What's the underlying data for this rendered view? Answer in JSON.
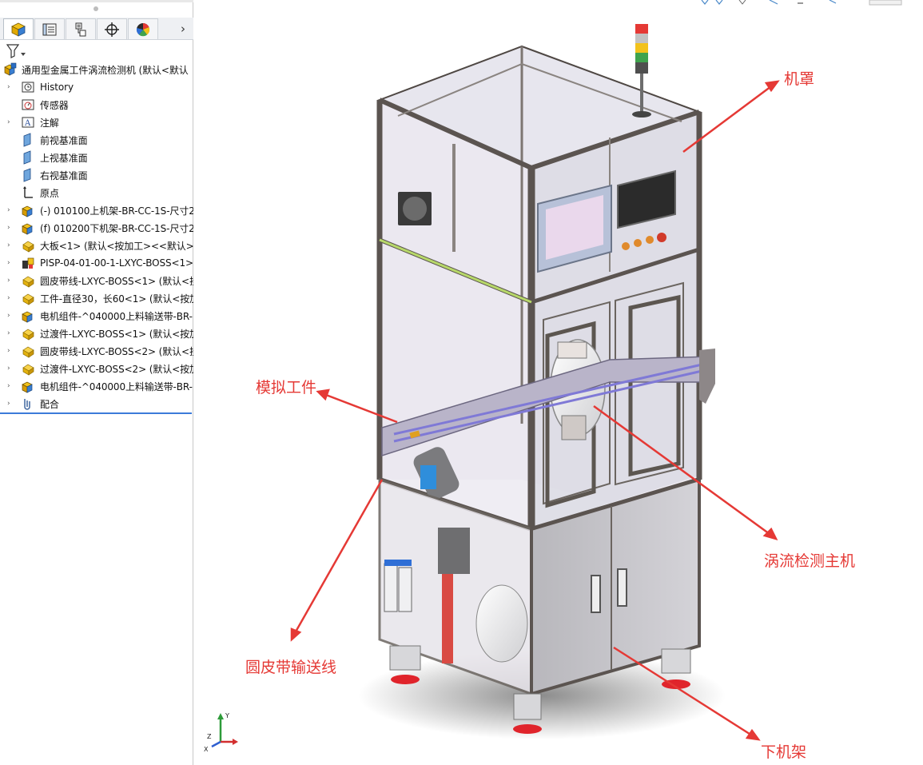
{
  "tree": {
    "root": "通用型金属工件涡流检测机 (默认<默认",
    "items": [
      {
        "label": "History",
        "icon": "history-icon",
        "expand": true
      },
      {
        "label": "传感器",
        "icon": "sensor-icon",
        "expand": false
      },
      {
        "label": "注解",
        "icon": "annotation-icon",
        "expand": true
      },
      {
        "label": "前视基准面",
        "icon": "plane-icon",
        "expand": false
      },
      {
        "label": "上视基准面",
        "icon": "plane-icon",
        "expand": false
      },
      {
        "label": "右视基准面",
        "icon": "plane-icon",
        "expand": false
      },
      {
        "label": "原点",
        "icon": "origin-icon",
        "expand": false
      },
      {
        "label": "(-) 010100上机架-BR-CC-1S-尺寸2",
        "icon": "subassembly-icon",
        "expand": true
      },
      {
        "label": "(f) 010200下机架-BR-CC-1S-尺寸2",
        "icon": "subassembly-icon",
        "expand": true
      },
      {
        "label": "大板<1> (默认<按加工><<默认>_",
        "icon": "part-icon",
        "expand": true
      },
      {
        "label": "PISP-04-01-00-1-LXYC-BOSS<1>",
        "icon": "assembly-icon",
        "expand": true
      },
      {
        "label": "圆皮带线-LXYC-BOSS<1> (默认<挂",
        "icon": "part-icon",
        "expand": true
      },
      {
        "label": "工件-直径30，长60<1> (默认<按加",
        "icon": "part-icon",
        "expand": true
      },
      {
        "label": "电机组件-^040000上料输送带-BR-",
        "icon": "subassembly-icon",
        "expand": true
      },
      {
        "label": "过渡件-LXYC-BOSS<1> (默认<按加",
        "icon": "part-icon",
        "expand": true
      },
      {
        "label": "圆皮带线-LXYC-BOSS<2> (默认<挂",
        "icon": "part-icon",
        "expand": true
      },
      {
        "label": "过渡件-LXYC-BOSS<2> (默认<按加",
        "icon": "part-icon",
        "expand": true
      },
      {
        "label": "电机组件-^040000上料输送带-BR-",
        "icon": "subassembly-icon",
        "expand": true
      },
      {
        "label": "配合",
        "icon": "mates-icon",
        "expand": true
      }
    ]
  },
  "tabs": [
    {
      "name": "feature-manager",
      "icon": "feature-tree-icon"
    },
    {
      "name": "property-manager",
      "icon": "property-icon"
    },
    {
      "name": "configuration-manager",
      "icon": "configuration-icon"
    },
    {
      "name": "dimxpert-manager",
      "icon": "crosshair-icon"
    },
    {
      "name": "display-manager",
      "icon": "appearance-icon"
    }
  ],
  "callouts": {
    "cover": "机罩",
    "workpiece": "模拟工件",
    "host": "涡流检测主机",
    "conveyor": "圆皮带输送线",
    "lower_frame": "下机架"
  },
  "triad": {
    "x": "X",
    "y": "Y",
    "z": "Z"
  },
  "colors": {
    "callout": "#e53935",
    "selection": "#3c7bd9",
    "frame": "#5b5450",
    "glass": "#dfe3ea",
    "feet": "#e0242b"
  }
}
